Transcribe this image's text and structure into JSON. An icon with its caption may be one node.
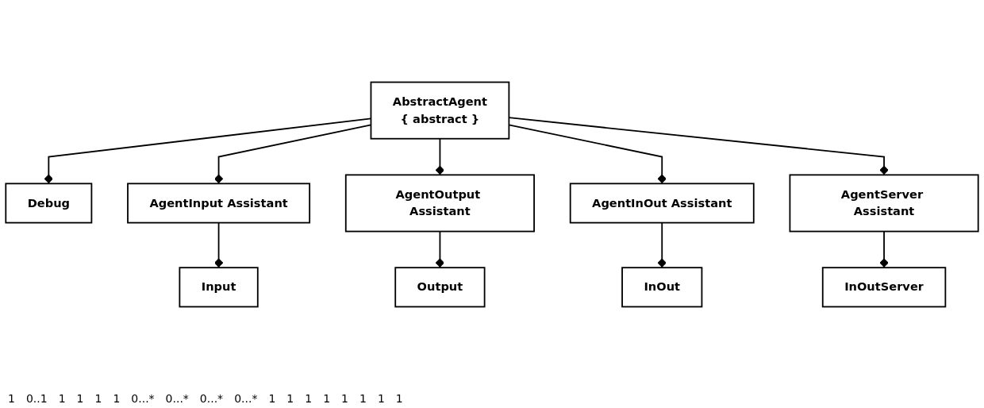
{
  "diagram": {
    "nodes": [
      {
        "text": [
          "AbstractAgent",
          "{ abstract }"
        ]
      },
      {
        "text": [
          "Debug"
        ]
      },
      {
        "text": [
          "AgentInput Assistant"
        ]
      },
      {
        "text": [
          "AgentOutput Assistant"
        ]
      },
      {
        "text": [
          "AgentInOut Assistant"
        ]
      },
      {
        "text": [
          "AgentServer Assistant"
        ]
      },
      {
        "text": [
          "Input"
        ]
      },
      {
        "text": [
          "Output"
        ]
      },
      {
        "text": [
          "InOut"
        ]
      },
      {
        "text": [
          "InOutServer"
        ]
      }
    ],
    "edges": [
      {
        "from": 0,
        "to": 1,
        "arrow": "other"
      },
      {
        "from": 0,
        "to": 2,
        "arrow": "other"
      },
      {
        "from": 0,
        "to": 3,
        "arrow": "other"
      },
      {
        "from": 0,
        "to": 4,
        "arrow": "other"
      },
      {
        "from": 0,
        "to": 5,
        "arrow": "other"
      },
      {
        "from": 2,
        "to": 6,
        "arrow": "other"
      },
      {
        "from": 3,
        "to": 7,
        "arrow": "other"
      },
      {
        "from": 4,
        "to": 8,
        "arrow": "other"
      },
      {
        "from": 5,
        "to": 9,
        "arrow": "other"
      }
    ],
    "labels": [
      "1",
      "0..1",
      "1",
      "1",
      "1",
      "1",
      "0...*",
      "0...*",
      "0...*",
      "0...*",
      "1",
      "1",
      "1",
      "1",
      "1",
      "1",
      "1",
      "1"
    ]
  }
}
